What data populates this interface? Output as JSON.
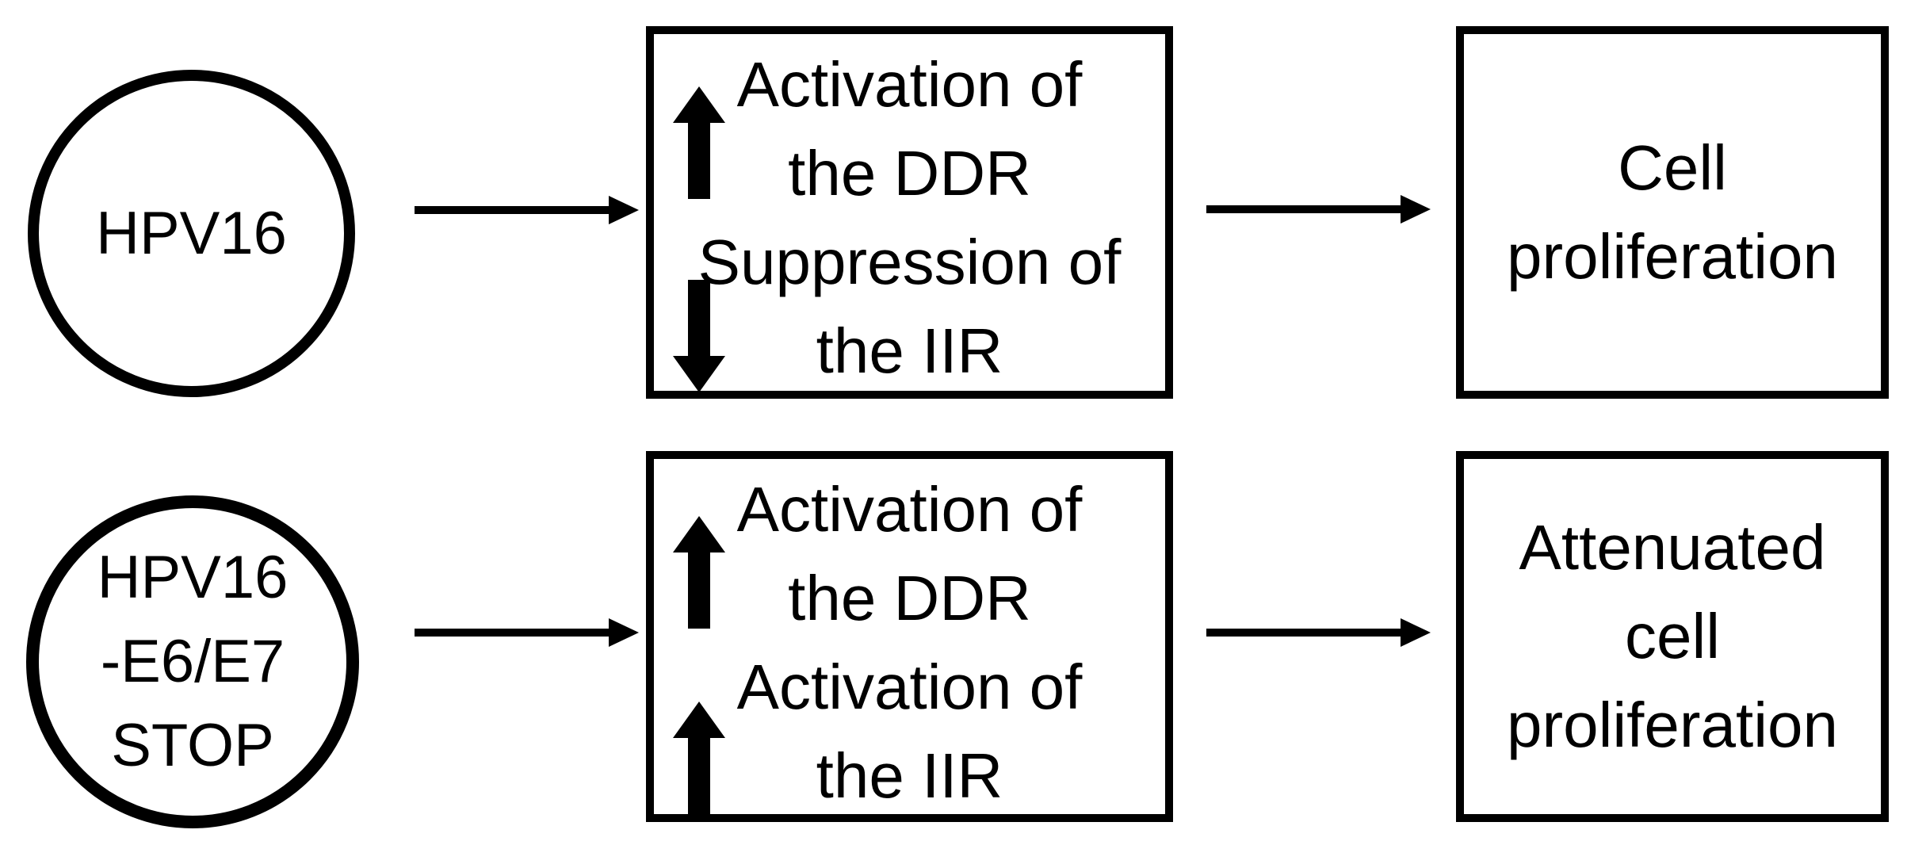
{
  "diagram": {
    "title": "HPV16 DDR/IIR cell proliferation flow diagram",
    "background_color": "#ffffff",
    "ink_color": "#000000",
    "rows": [
      {
        "source": {
          "shape": "circle",
          "label_lines": [
            "HPV16"
          ]
        },
        "connector": "right-arrow",
        "effects": [
          {
            "direction": "up",
            "lines": [
              "Activation of",
              "the DDR"
            ]
          },
          {
            "direction": "down",
            "lines": [
              "Suppression of",
              "the IIR"
            ]
          }
        ],
        "outcome": {
          "shape": "rectangle",
          "lines": [
            "Cell",
            "proliferation"
          ]
        }
      },
      {
        "source": {
          "shape": "circle",
          "label_lines": [
            "HPV16",
            "-E6/E7",
            "STOP"
          ]
        },
        "connector": "right-arrow",
        "effects": [
          {
            "direction": "up",
            "lines": [
              "Activation of",
              "the DDR"
            ]
          },
          {
            "direction": "up",
            "lines": [
              "Activation of",
              "the IIR"
            ]
          }
        ],
        "outcome": {
          "shape": "rectangle",
          "lines": [
            "Attenuated",
            "cell",
            "proliferation"
          ]
        }
      }
    ]
  }
}
